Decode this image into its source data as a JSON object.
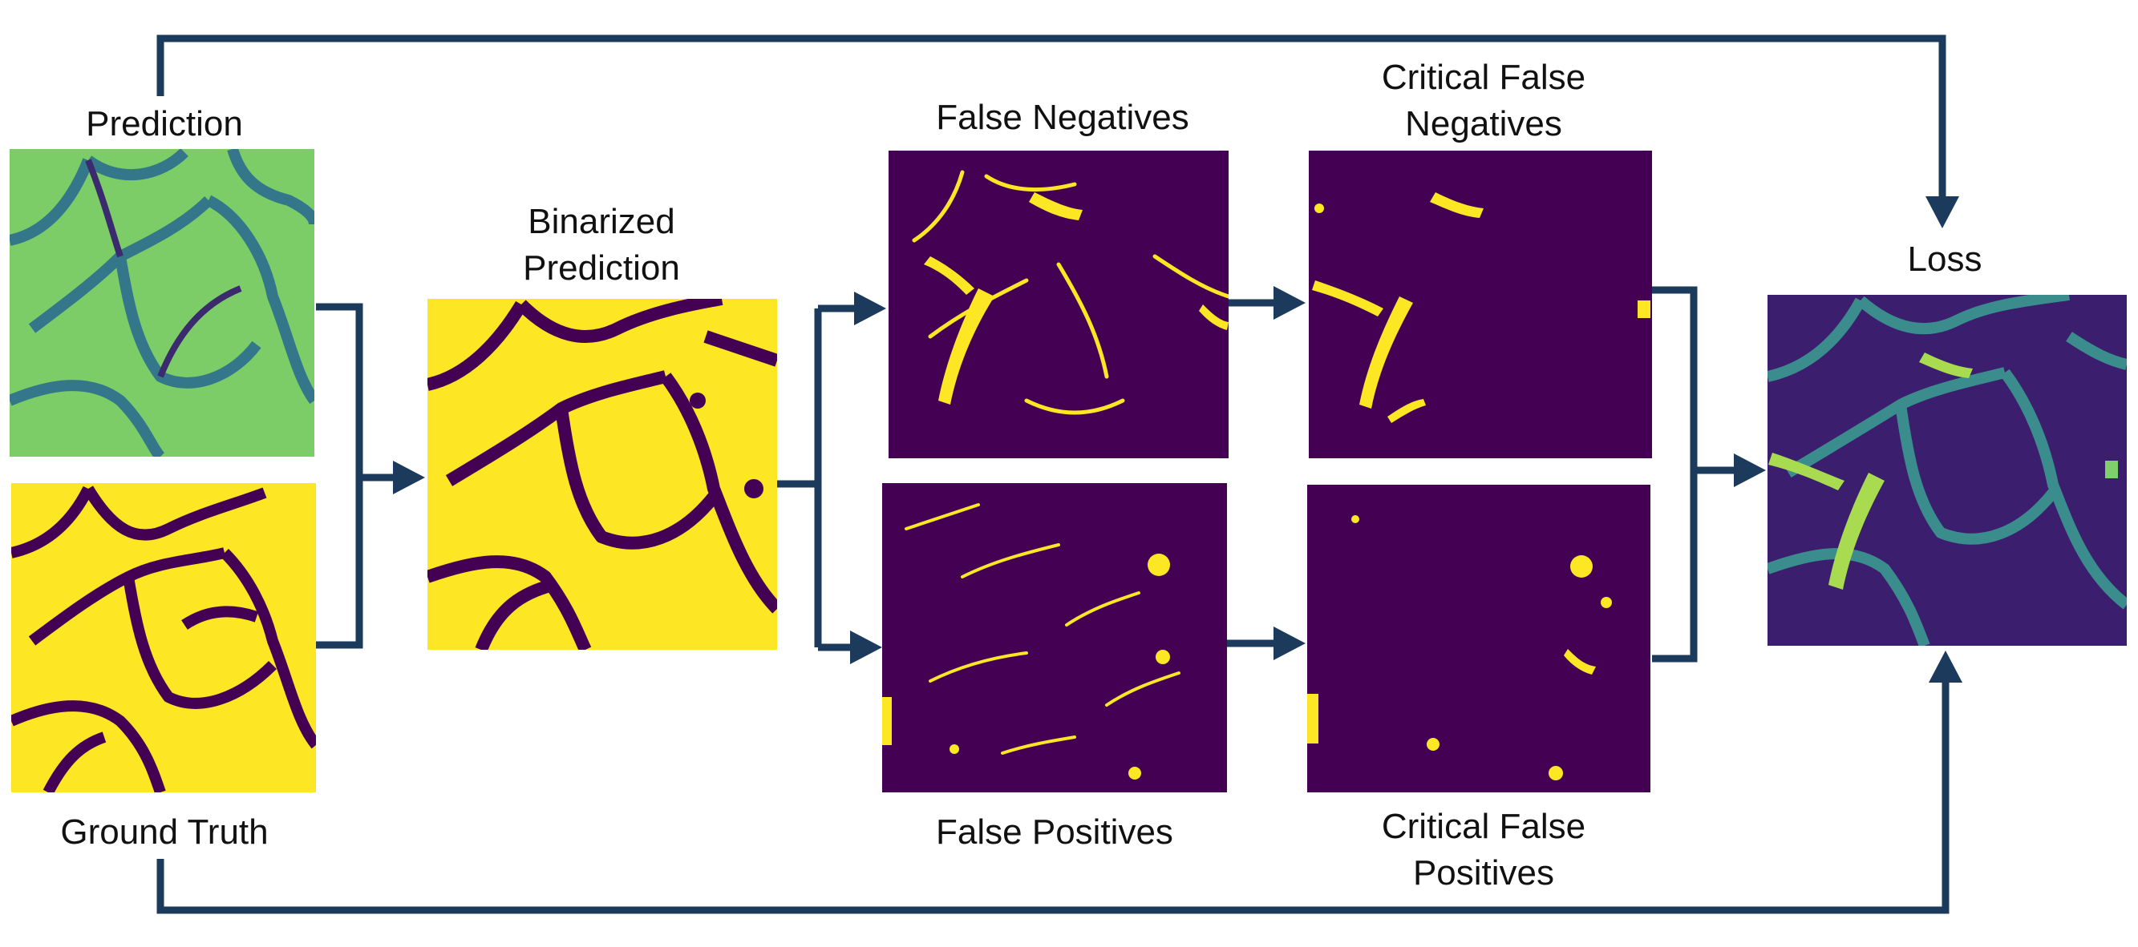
{
  "labels": {
    "prediction": "Prediction",
    "ground_truth": "Ground Truth",
    "binarized_prediction": "Binarized\nPrediction",
    "false_negatives": "False Negatives",
    "false_positives": "False Positives",
    "critical_false_negatives": "Critical False\nNegatives",
    "critical_false_positives": "Critical False\nPositives",
    "loss": "Loss"
  },
  "colors": {
    "arrow": "#1b3a5c",
    "dark_purple": "#440154",
    "yellow": "#fde725",
    "teal": "#3b8c8c",
    "green": "#7fcf6a",
    "light_green": "#a8db4f"
  }
}
